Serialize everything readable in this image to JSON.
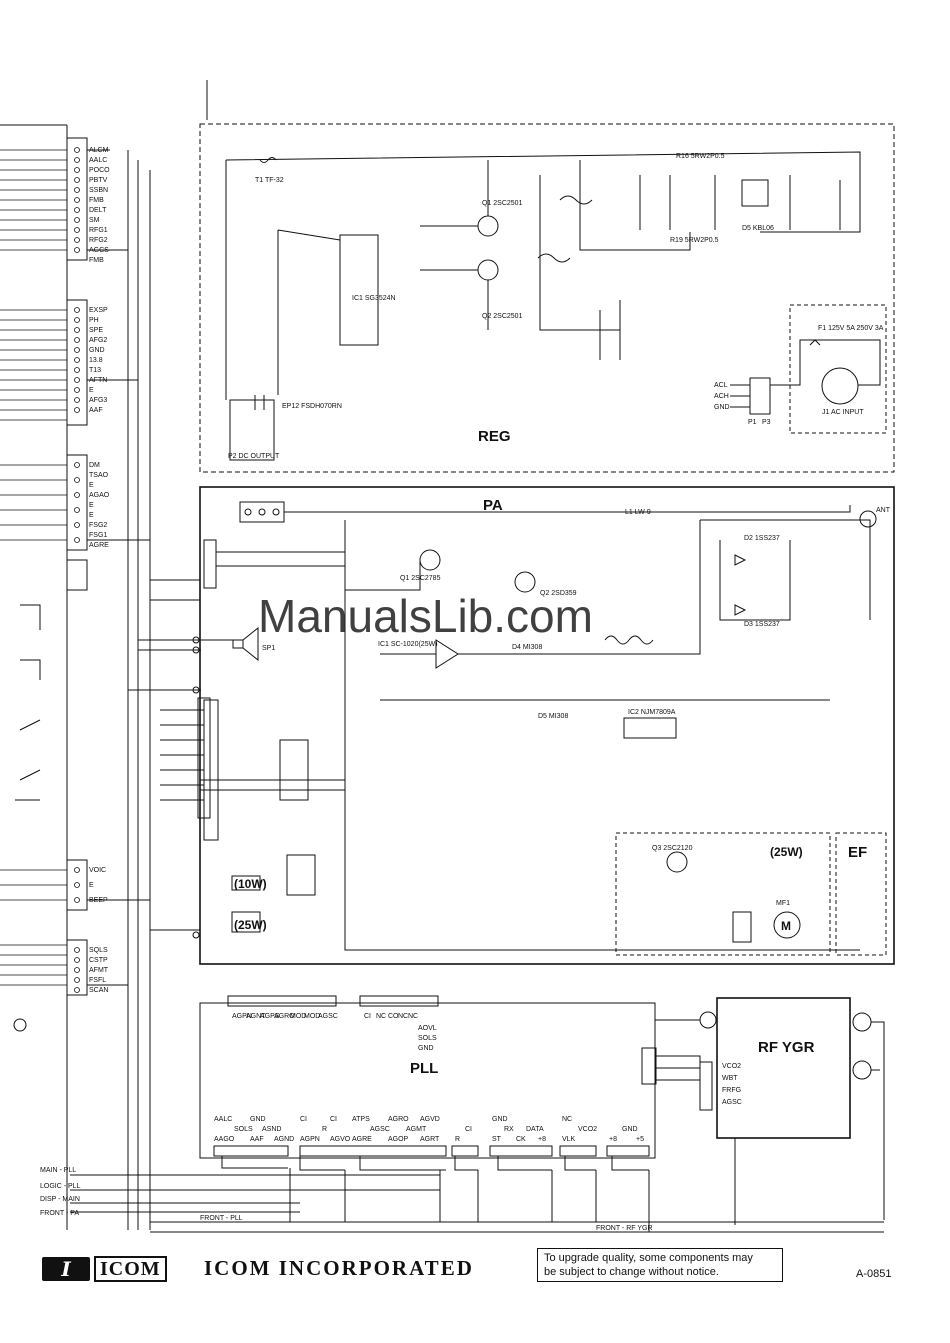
{
  "watermark": "ManualsLib.com",
  "blocks": {
    "reg": "REG",
    "pa": "PA",
    "pll": "PLL",
    "rf_ygr": "RF YGR",
    "ef": "EF",
    "w25": "(25W)",
    "w10": "(10W)",
    "w25b": "(25W)"
  },
  "reg_labels": {
    "dc_output": "P2 DC OUTPUT",
    "ac_input": "J1 AC INPUT",
    "fuse": "F1 125V 5A 250V 3A",
    "ic1": "IC1 SG3524N",
    "q1": "Q1 2SC2501",
    "q2": "Q2 2SC2501",
    "d5": "D5 KBL06",
    "t1": "T1 TF-32",
    "r16": "R16 5RW2P0.5",
    "r19": "R19 5RW2P0.5",
    "ep12": "EP12 FSDH070RN",
    "p1": "P1",
    "p3": "P3",
    "acl": "ACL",
    "ach": "ACH",
    "gnd": "GND"
  },
  "pa_labels": {
    "q1": "Q1 2SC2785",
    "q2": "Q2 2SD359",
    "ic1": "IC1 SC-1020(25W)",
    "ic2": "IC2 NJM7809A",
    "sp1": "SP1",
    "ant": "ANT",
    "d2": "D2 1SS237",
    "d3": "D3 1SS237",
    "l1": "L1 LW-9",
    "d4": "D4 MI308",
    "d5": "D5 MI308",
    "q3": "Q3 2SC2120",
    "mf1": "MF1",
    "motor": "M"
  },
  "pll_pins_top": [
    "AGPN",
    "AGNT",
    "AGPS",
    "AGRO",
    "MOD",
    "MOD",
    "AGSC",
    "CI",
    "NC",
    "CO",
    "NC",
    "NC",
    "AOVL",
    "SOLS",
    "GND"
  ],
  "pll_pins_bottom": [
    "AAGO",
    "SOLS",
    "AAF",
    "ASND",
    "AGND",
    "AALC",
    "GND",
    "AGPN",
    "R",
    "AGVO",
    "CI",
    "CI",
    "AGRE",
    "AGSC",
    "AGOP",
    "ATPS",
    "AGMT",
    "AGRT",
    "AGRO",
    "AGVD",
    "R",
    "CI",
    "ST",
    "RX",
    "CK",
    "DATA",
    "+8",
    "GND",
    "VLK",
    "VCO2",
    "NC",
    "+8",
    "GND",
    "+5"
  ],
  "rf_ygr_pins": [
    "VCO2",
    "WBT",
    "FRFG",
    "AGSC"
  ],
  "cables": [
    "MAIN - PLL",
    "LOGIC - PLL",
    "DISP - MAIN",
    "FRONT - PA",
    "FRONT - PLL",
    "FRONT - RF YGR"
  ],
  "left_connectors": {
    "p1": [
      "ALCM",
      "AALC",
      "POCO",
      "PBTV",
      "SSBN",
      "FMB",
      "DELT",
      "SM",
      "RFG1",
      "RFG2",
      "AGCS",
      "FMB"
    ],
    "p9": [
      "EXSP",
      "PH",
      "SPE",
      "AFG2",
      "GND",
      "13.8",
      "T13",
      "AFTN",
      "E",
      "AFG3",
      "AAF"
    ],
    "p13": [
      "DM",
      "TSAO",
      "E",
      "AGAO",
      "E",
      "E",
      "FSG2",
      "FSG1",
      "AGRE"
    ],
    "p7": [
      "VOIC",
      "E",
      "BEEP"
    ],
    "p3": [
      "SQLS",
      "CSTP",
      "AFMT",
      "FSFL",
      "SCAN"
    ]
  },
  "footer": {
    "logo_mark": "I",
    "logo_text": "ICOM",
    "company": "ICOM INCORPORATED",
    "note_line1": "To upgrade quality, some components may",
    "note_line2": "be subject to change without notice.",
    "code": "A-0851"
  }
}
